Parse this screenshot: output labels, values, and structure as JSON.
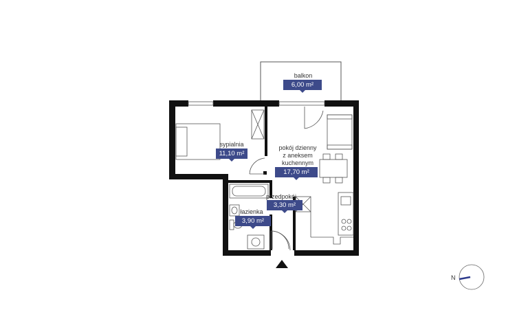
{
  "rooms": {
    "balkon": {
      "label": "balkon",
      "area": "6,00 m²"
    },
    "sypialnia": {
      "label": "sypialnia",
      "area": "11,10 m²"
    },
    "pokoj": {
      "label": "pokój dzienny\nz aneksem\nkuchennym",
      "area": "17,70 m²"
    },
    "przedpokoj": {
      "label": "przedpokój",
      "area": "3,30 m²"
    },
    "lazienka": {
      "label": "łazienka",
      "area": "3,90 m²"
    }
  },
  "compass": {
    "letter": "N"
  },
  "colors": {
    "wall": "#111111",
    "badge": "#3d4a8a",
    "line": "#555555",
    "compass": "#2e3b8c"
  }
}
